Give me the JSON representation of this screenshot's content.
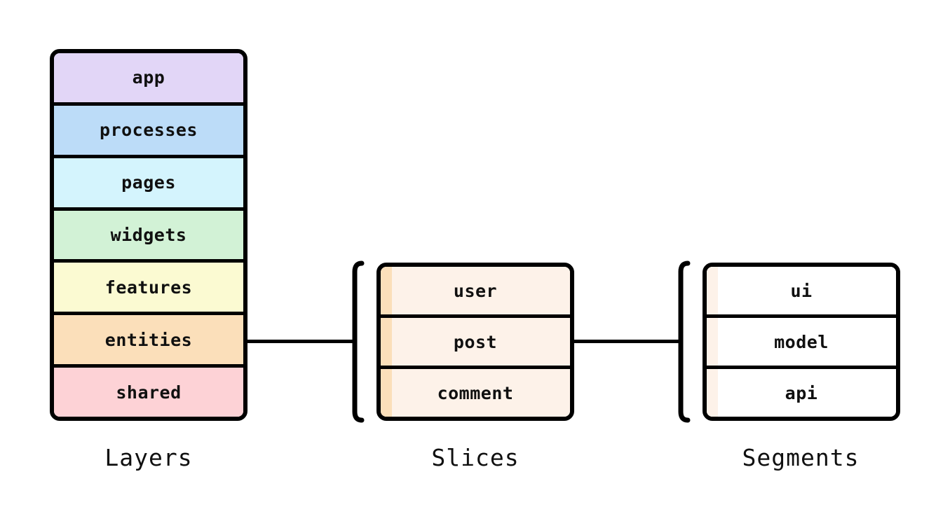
{
  "diagram": {
    "background_color": "#ffffff",
    "stroke_color": "#000000",
    "columns": [
      {
        "caption": "Layers",
        "rows": [
          {
            "label": "app",
            "fill": "#e2d6f7",
            "stripe": ""
          },
          {
            "label": "processes",
            "fill": "#bcdcf8",
            "stripe": ""
          },
          {
            "label": "pages",
            "fill": "#d4f4fd",
            "stripe": ""
          },
          {
            "label": "widgets",
            "fill": "#d2f2d6",
            "stripe": ""
          },
          {
            "label": "features",
            "fill": "#fbfad2",
            "stripe": ""
          },
          {
            "label": "entities",
            "fill": "#fbdfba",
            "stripe": ""
          },
          {
            "label": "shared",
            "fill": "#fdd2d6",
            "stripe": ""
          }
        ]
      },
      {
        "caption": "Slices",
        "rows": [
          {
            "label": "user",
            "fill": "#fdf2e9",
            "stripe": "#fbdfba"
          },
          {
            "label": "post",
            "fill": "#fdf2e9",
            "stripe": "#fbdfba"
          },
          {
            "label": "comment",
            "fill": "#fdf2e9",
            "stripe": "#fbdfba"
          }
        ]
      },
      {
        "caption": "Segments",
        "rows": [
          {
            "label": "ui",
            "fill": "#ffffff",
            "stripe": "#fdf2e9"
          },
          {
            "label": "model",
            "fill": "#ffffff",
            "stripe": "#fdf2e9"
          },
          {
            "label": "api",
            "fill": "#ffffff",
            "stripe": "#fdf2e9"
          }
        ]
      }
    ],
    "brackets": [
      {
        "name": "slices-bracket",
        "orientation": "left-square-bracket"
      },
      {
        "name": "segments-bracket",
        "orientation": "left-square-bracket"
      }
    ],
    "connectors": [
      {
        "from": "entities",
        "to": "slices-bracket"
      },
      {
        "from": "slices",
        "to": "segments-bracket"
      }
    ]
  }
}
